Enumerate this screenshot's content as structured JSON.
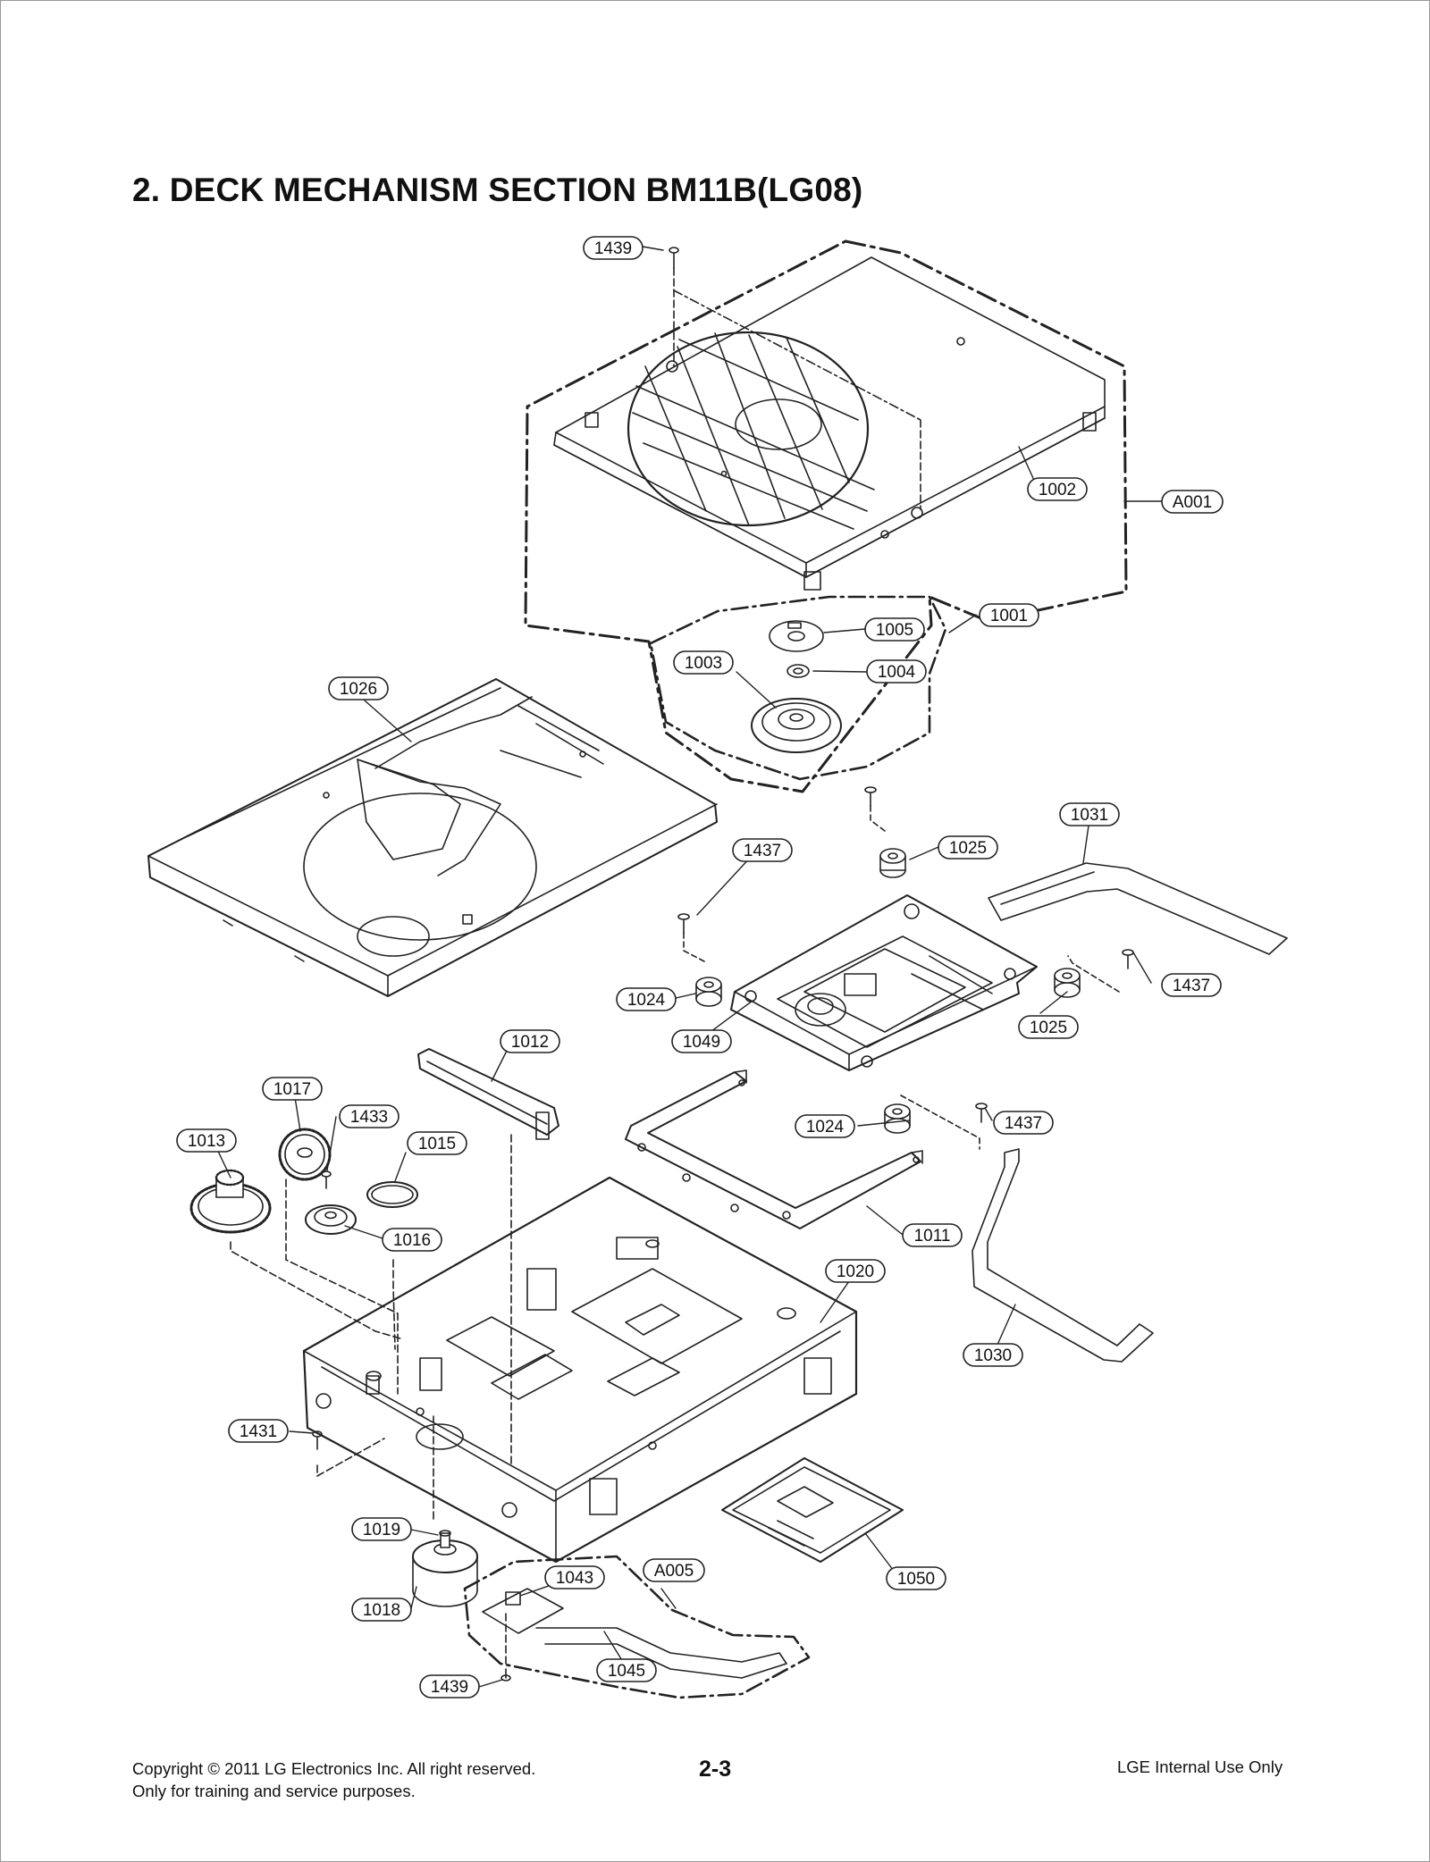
{
  "page": {
    "title": "2. DECK MECHANISM SECTION BM11B(LG08)",
    "page_number": "2-3"
  },
  "footer": {
    "copyright": "Copyright © 2011 LG Electronics Inc. All right reserved.",
    "note": "Only for training and service purposes.",
    "internal": "LGE Internal Use Only"
  },
  "parts": [
    {
      "id": "1439a",
      "label": "1439"
    },
    {
      "id": "1002",
      "label": "1002"
    },
    {
      "id": "A001",
      "label": "A001"
    },
    {
      "id": "1001",
      "label": "1001"
    },
    {
      "id": "1005",
      "label": "1005"
    },
    {
      "id": "1003",
      "label": "1003"
    },
    {
      "id": "1004",
      "label": "1004"
    },
    {
      "id": "1026",
      "label": "1026"
    },
    {
      "id": "1031",
      "label": "1031"
    },
    {
      "id": "1437a",
      "label": "1437"
    },
    {
      "id": "1025a",
      "label": "1025"
    },
    {
      "id": "1437b",
      "label": "1437"
    },
    {
      "id": "1024a",
      "label": "1024"
    },
    {
      "id": "1025b",
      "label": "1025"
    },
    {
      "id": "1049",
      "label": "1049"
    },
    {
      "id": "1012",
      "label": "1012"
    },
    {
      "id": "1017",
      "label": "1017"
    },
    {
      "id": "1433",
      "label": "1433"
    },
    {
      "id": "1013",
      "label": "1013"
    },
    {
      "id": "1015",
      "label": "1015"
    },
    {
      "id": "1024b",
      "label": "1024"
    },
    {
      "id": "1437c",
      "label": "1437"
    },
    {
      "id": "1016",
      "label": "1016"
    },
    {
      "id": "1011",
      "label": "1011"
    },
    {
      "id": "1020",
      "label": "1020"
    },
    {
      "id": "1030",
      "label": "1030"
    },
    {
      "id": "1431",
      "label": "1431"
    },
    {
      "id": "1019",
      "label": "1019"
    },
    {
      "id": "1043",
      "label": "1043"
    },
    {
      "id": "A005",
      "label": "A005"
    },
    {
      "id": "1050",
      "label": "1050"
    },
    {
      "id": "1018",
      "label": "1018"
    },
    {
      "id": "1045",
      "label": "1045"
    },
    {
      "id": "1439b",
      "label": "1439"
    }
  ]
}
